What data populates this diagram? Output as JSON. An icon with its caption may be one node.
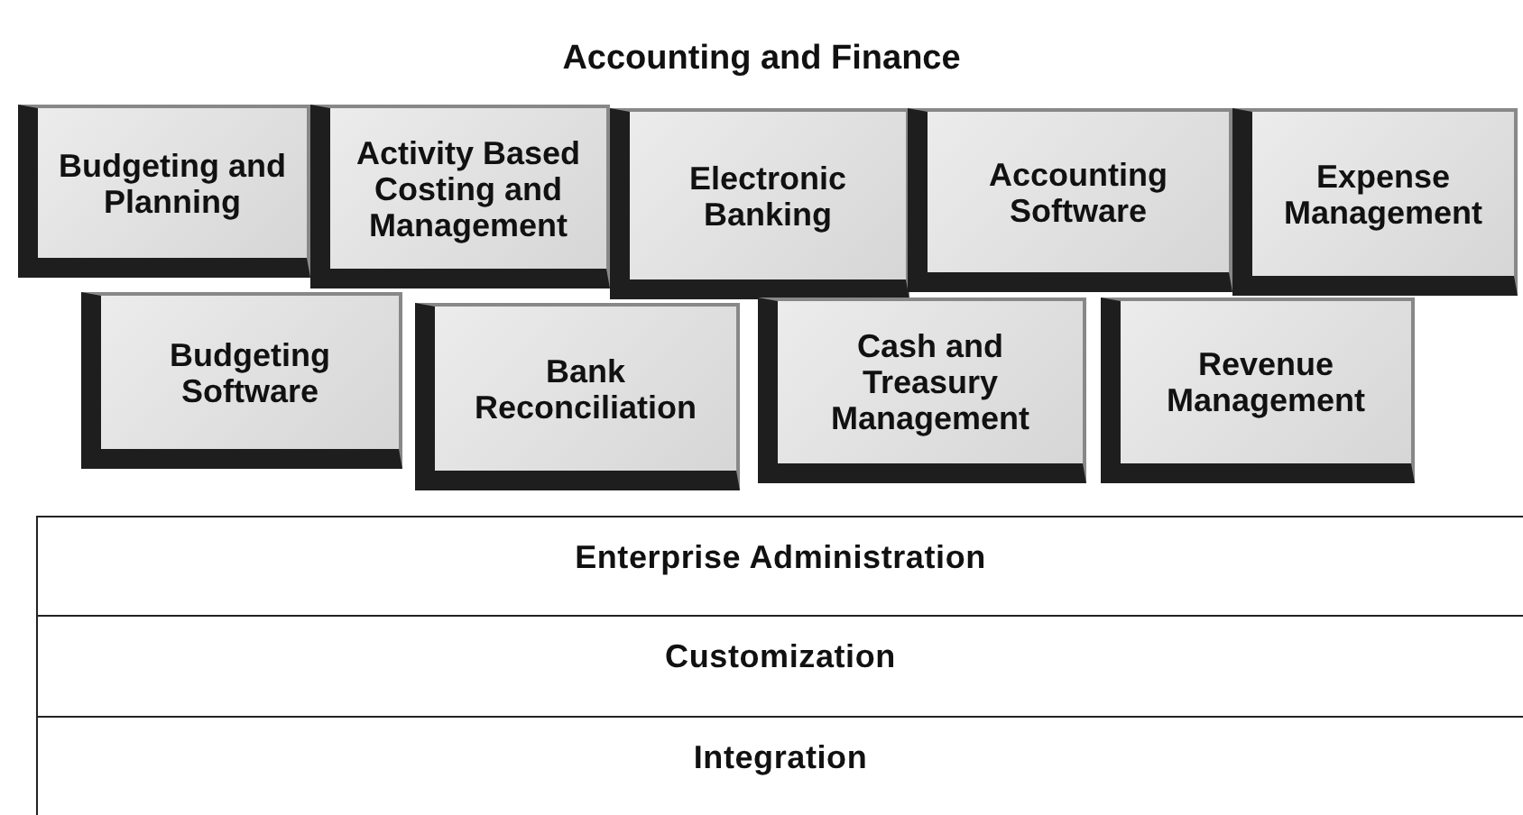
{
  "diagram": {
    "title": "Accounting and Finance",
    "nodes": [
      {
        "text": [
          "Budgeting and Planning"
        ]
      },
      {
        "text": [
          "Activity Based Costing and Management"
        ]
      },
      {
        "text": [
          "Electronic Banking"
        ]
      },
      {
        "text": [
          "Accounting Software"
        ]
      },
      {
        "text": [
          "Expense Management"
        ]
      },
      {
        "text": [
          "Budgeting Software"
        ]
      },
      {
        "text": [
          "Bank Reconciliation"
        ]
      },
      {
        "text": [
          "Cash and Treasury Management"
        ]
      },
      {
        "text": [
          "Revenue Management"
        ]
      },
      {
        "text": [
          "Enterprise Administration"
        ]
      },
      {
        "text": [
          "Customization"
        ]
      },
      {
        "text": [
          "Integration"
        ]
      }
    ]
  }
}
